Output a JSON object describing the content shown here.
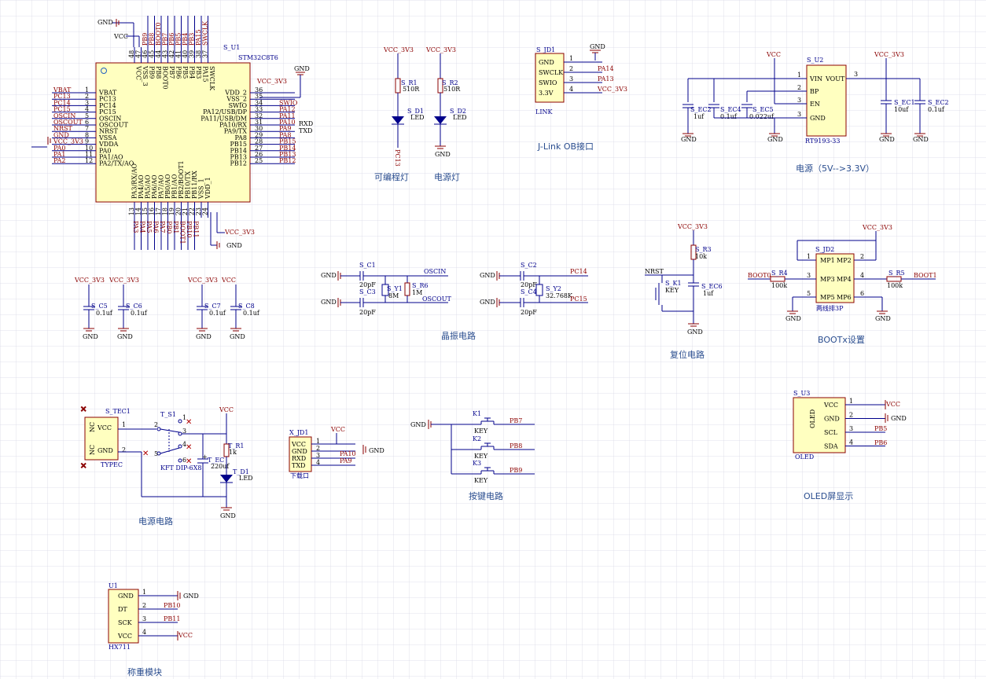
{
  "colors": {
    "grid": "#d9d9e6",
    "wire": "#00008b",
    "comp": "#8b0000",
    "ic": "#ffffc0",
    "caption": "#2a4d8f"
  },
  "mcu": {
    "ref": "S_U1",
    "part": "STM32C8T6",
    "left_ext": [
      "VBAT",
      "PC13",
      "PC14",
      "PC15",
      "OSCIN",
      "OSCOUT",
      "NRST",
      "GND",
      "VCC_3V3",
      "PA0",
      "PA1",
      "PA2"
    ],
    "left_num": [
      "1",
      "2",
      "3",
      "4",
      "5",
      "6",
      "7",
      "8",
      "9",
      "10",
      "11",
      "12"
    ],
    "left_pin": [
      "VBAT",
      "PC13",
      "PC14",
      "PC15",
      "OSCIN",
      "OSCOUT",
      "NRST",
      "VSSA",
      "VDDA",
      "PA0",
      "PA1/AO",
      "PA2/TX/AO"
    ],
    "right_num": [
      "36",
      "35",
      "34",
      "33",
      "32",
      "31",
      "30",
      "29",
      "28",
      "27",
      "26",
      "25"
    ],
    "right_pin": [
      "VDD_2",
      "VSS_2",
      "SWIO",
      "PA12/USB/DP",
      "PA11/USB/DM",
      "PA10/RX",
      "PA9/TX",
      "PA8",
      "PB15",
      "PB14",
      "PB13",
      "PB12"
    ],
    "right_ext": [
      "VCC_3V3",
      "GND",
      "SWIO",
      "PA12",
      "PA11",
      "PA10",
      "PA9",
      "PA8",
      "PB15",
      "PB14",
      "PB13",
      "PB12"
    ],
    "right_rx": "RXD",
    "right_tx": "TXD",
    "top_num": [
      "48",
      "47",
      "46",
      "45",
      "44",
      "43",
      "42",
      "41",
      "40",
      "39",
      "38",
      "37"
    ],
    "top_pin": [
      "VCC",
      "VSS_3",
      "PB9",
      "PB8",
      "BOOT0",
      "PB7",
      "PB6",
      "PB5",
      "PB4",
      "PB3",
      "PA15",
      "SWCLK"
    ],
    "top_ext": [
      "",
      "",
      "PB9",
      "PB8",
      "BOOT0",
      "PB7",
      "PB6",
      "PB5",
      "PB4",
      "PB3",
      "PA15",
      "SWCLK"
    ],
    "top_gnd": "GND",
    "top_vcc": "VCC",
    "bot_num": [
      "13",
      "14",
      "15",
      "16",
      "17",
      "18",
      "19",
      "20",
      "21",
      "22",
      "23",
      "24"
    ],
    "bot_pin": [
      "PA3/RX/AO",
      "PA4/AO",
      "PA5/AO",
      "PA6/AO",
      "PA7/AO",
      "PB0/AO",
      "PB1/AO",
      "PB2/BOOT1",
      "PB10/TX",
      "PB11/RX",
      "VSS_1",
      "VDD_1"
    ],
    "bot_ext": [
      "PA3",
      "PA4",
      "PA5",
      "PA6",
      "PA7",
      "PB0",
      "PB1",
      "BOOT1",
      "PB10",
      "PB11",
      "",
      ""
    ],
    "bot_vcc": "VCC_3V3",
    "bot_gnd": "GND"
  },
  "leds": {
    "caption1": "可编程灯",
    "caption2": "电源灯",
    "vcc": "VCC_3V3",
    "r1": "S_R1",
    "r1v": "510R",
    "d1": "S_D1",
    "d1v": "LED",
    "pc13": "PC13",
    "r2": "S_R2",
    "r2v": "510R",
    "d2": "S_D2",
    "d2v": "LED",
    "gnd": "GND"
  },
  "jlink": {
    "ref": "S_JD1",
    "pins": [
      "GND",
      "SWCLK",
      "SWIO",
      "3.3V"
    ],
    "nums": [
      "1",
      "2",
      "3",
      "4"
    ],
    "nets": [
      "GND",
      "PA14",
      "PA13",
      "VCC_3V3"
    ],
    "label": "LINK",
    "caption": "J-Link OB接口"
  },
  "power": {
    "ref": "S_U2",
    "part": "RT9193-33",
    "pins_left": [
      "VIN",
      "BP",
      "EN",
      "GND"
    ],
    "pin_vout": "VOUT",
    "nums_left": [
      "1",
      "2",
      "3",
      "3"
    ],
    "num_out": "3",
    "vcc": "VCC",
    "vout": "VCC_3V3",
    "ec2": "S_EC2",
    "ec2v": "1uf",
    "ec4": "S_EC4",
    "ec4v": "0.1uf",
    "ec5": "S_EC5",
    "ec5v": "0.022uf",
    "ec1": "S_EC1",
    "ec1v": "10uf",
    "ec2b": "S_EC2",
    "ec2bv": "0.1uf",
    "gnd": "GND",
    "caption": "电源（5V-->3.3V）"
  },
  "decoup": {
    "vcc1": "VCC_3V3",
    "vcc2": "VCC_3V3",
    "vcc3": "VCC_3V3",
    "vcc4": "VCC",
    "c5": "S_C5",
    "c6": "S_C6",
    "c7": "S_C7",
    "c8": "S_C8",
    "v": "0.1uf",
    "gnd": "GND"
  },
  "crystal": {
    "c1": "S_C1",
    "c3": "S_C3",
    "c2": "S_C2",
    "c4": "S_C4",
    "cv": "20pF",
    "y1": "S_Y1",
    "y1v": "8M",
    "r6": "S_R6",
    "r6v": "1M",
    "y2": "S_Y2",
    "y2v": "32.768K",
    "oscin": "OSCIN",
    "oscout": "OSCOUT",
    "pc14": "PC14",
    "pc15": "PC15",
    "gnd": "GND",
    "caption": "晶振电路"
  },
  "reset": {
    "vcc": "VCC_3V3",
    "r3": "S_R3",
    "r3v": "10k",
    "nrst": "NRST",
    "k1": "S_K1",
    "k1v": "KEY",
    "ec6": "S_EC6",
    "ec6v": "1uf",
    "gnd": "GND",
    "caption": "复位电路"
  },
  "boot": {
    "vcc": "VCC_3V3",
    "ref": "S_JD2",
    "pins": [
      "MP1",
      "MP2",
      "MP3",
      "MP4",
      "MP5",
      "MP6"
    ],
    "nums": [
      "1",
      "2",
      "3",
      "4",
      "5",
      "6"
    ],
    "r4": "S_R4",
    "r5": "S_R5",
    "rv": "100k",
    "boot0": "BOOT0",
    "boot1": "BOOT1",
    "part": "两线排3P",
    "gnd": "GND",
    "caption": "BOOTx设置"
  },
  "usbpower": {
    "tec": "S_TEC1",
    "vcc_pin": "VCC",
    "gnd_pin": "GND",
    "nc": "NC",
    "part": "TYPEC",
    "s1": "T_S1",
    "s1v": "KFT DIP-6X8",
    "nums": [
      "1",
      "2",
      "3",
      "4",
      "5",
      "6"
    ],
    "vcc": "VCC",
    "r1": "T_R1",
    "r1v": "1k",
    "ec": "T_EC",
    "ecv": "220uf",
    "d1": "T_D1",
    "d1v": "LED",
    "gnd": "GND",
    "caption": "电源电路"
  },
  "download": {
    "ref": "X_JD1",
    "pins": [
      "VCC",
      "GND",
      "RXD",
      "TXD"
    ],
    "nums": [
      "1",
      "2",
      "3",
      "4"
    ],
    "nets": [
      "VCC",
      "GND",
      "PA10",
      "PA9"
    ],
    "label": "下载口"
  },
  "keys": {
    "gnd": "GND",
    "k1": "K1",
    "k2": "K2",
    "k3": "K3",
    "kv": "KEY",
    "nets": [
      "PB7",
      "PB8",
      "PB9"
    ],
    "caption": "按键电路"
  },
  "oled": {
    "ref": "S_U3",
    "body": "OLED",
    "label": "OLED",
    "pins": [
      "VCC",
      "GND",
      "SCL",
      "SDA"
    ],
    "nums": [
      "1",
      "2",
      "3",
      "4"
    ],
    "nets": [
      "VCC",
      "GND",
      "PB5",
      "PB6"
    ],
    "caption": "OLED屏显示"
  },
  "hx": {
    "ref": "U1",
    "pins": [
      "GND",
      "DT",
      "SCK",
      "VCC"
    ],
    "nums": [
      "1",
      "2",
      "3",
      "4"
    ],
    "nets": [
      "GND",
      "PB10",
      "PB11",
      "VCC"
    ],
    "part": "HX711",
    "caption": "称重模块"
  }
}
